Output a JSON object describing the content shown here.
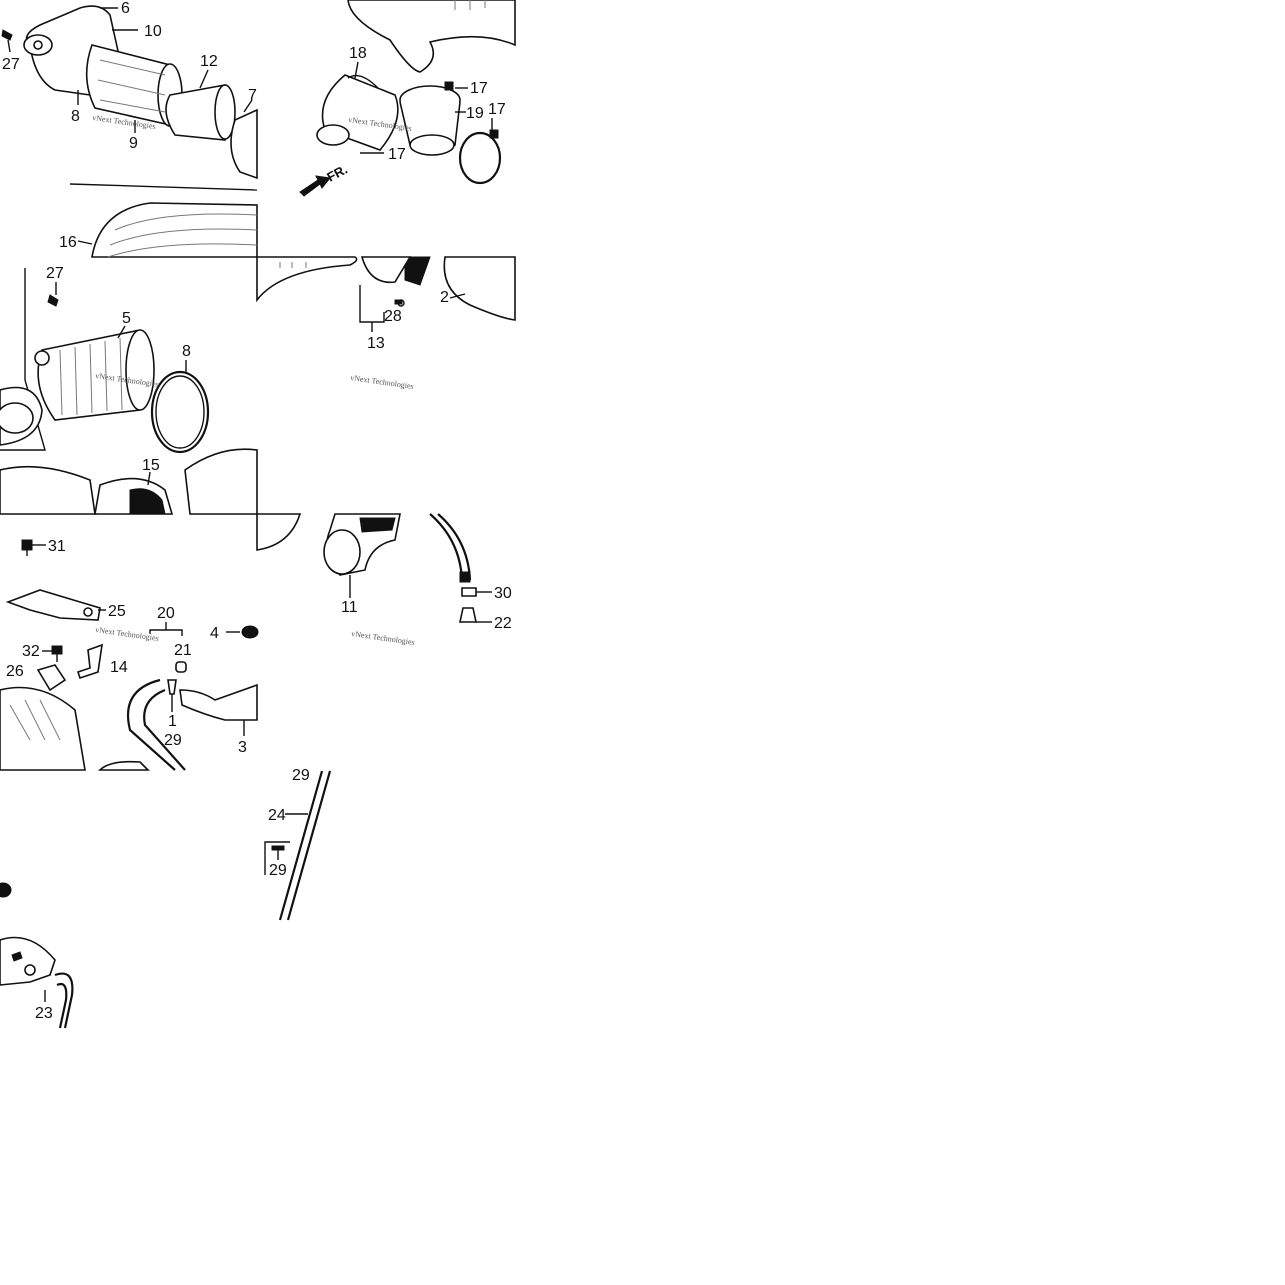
{
  "watermark": "vNext Technologies",
  "front_marker": "FR.",
  "callouts": [
    "1",
    "2",
    "3",
    "4",
    "5",
    "6",
    "7",
    "8",
    "9",
    "10",
    "11",
    "12",
    "13",
    "14",
    "15",
    "16",
    "17",
    "18",
    "19",
    "20",
    "21",
    "22",
    "23",
    "24",
    "25",
    "26",
    "27",
    "28",
    "29",
    "30",
    "31",
    "32",
    "29"
  ]
}
